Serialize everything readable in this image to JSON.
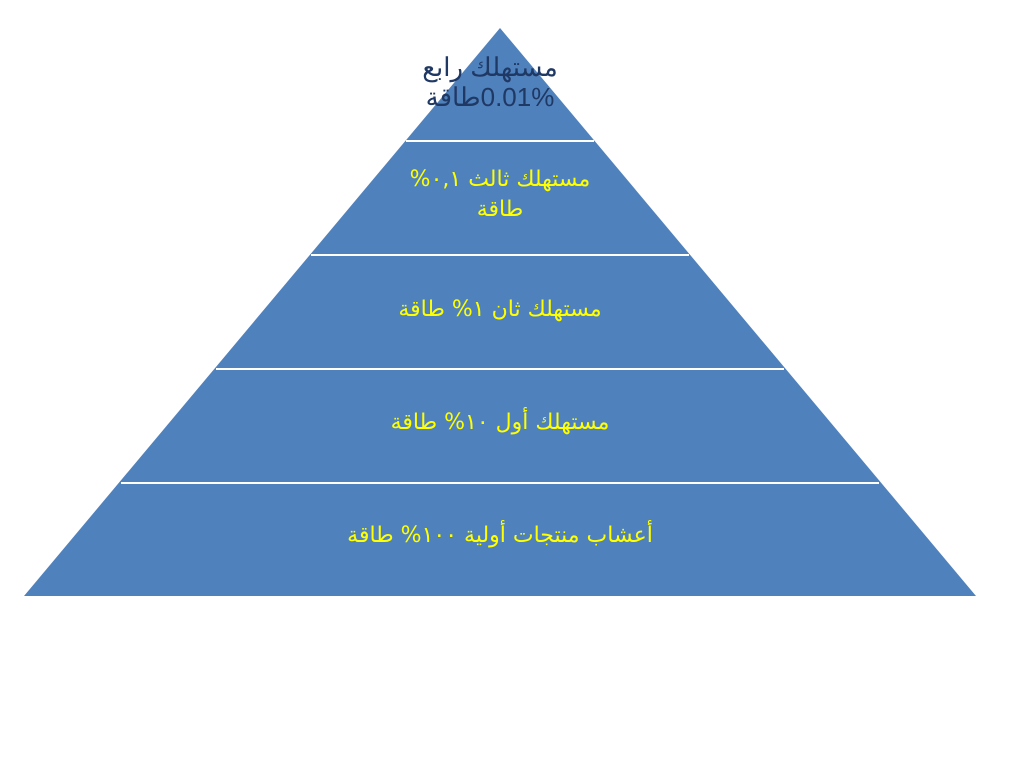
{
  "colors": {
    "pyramid_fill": "#4f81bd",
    "divider": "#ffffff",
    "top_text": "#1f3864",
    "level_text": "#ffff00"
  },
  "levels": [
    {
      "line1": "مستهلك رابع",
      "line2": "0.01%طاقة"
    },
    {
      "line1": "مستهلك ثالث ٠,١%",
      "line2": "طاقة"
    },
    {
      "line1": "مستهلك ثان ١% طاقة"
    },
    {
      "line1": "مستهلك أول ١٠% طاقة"
    },
    {
      "line1": "أعشاب منتجات أولية ١٠٠% طاقة"
    }
  ]
}
